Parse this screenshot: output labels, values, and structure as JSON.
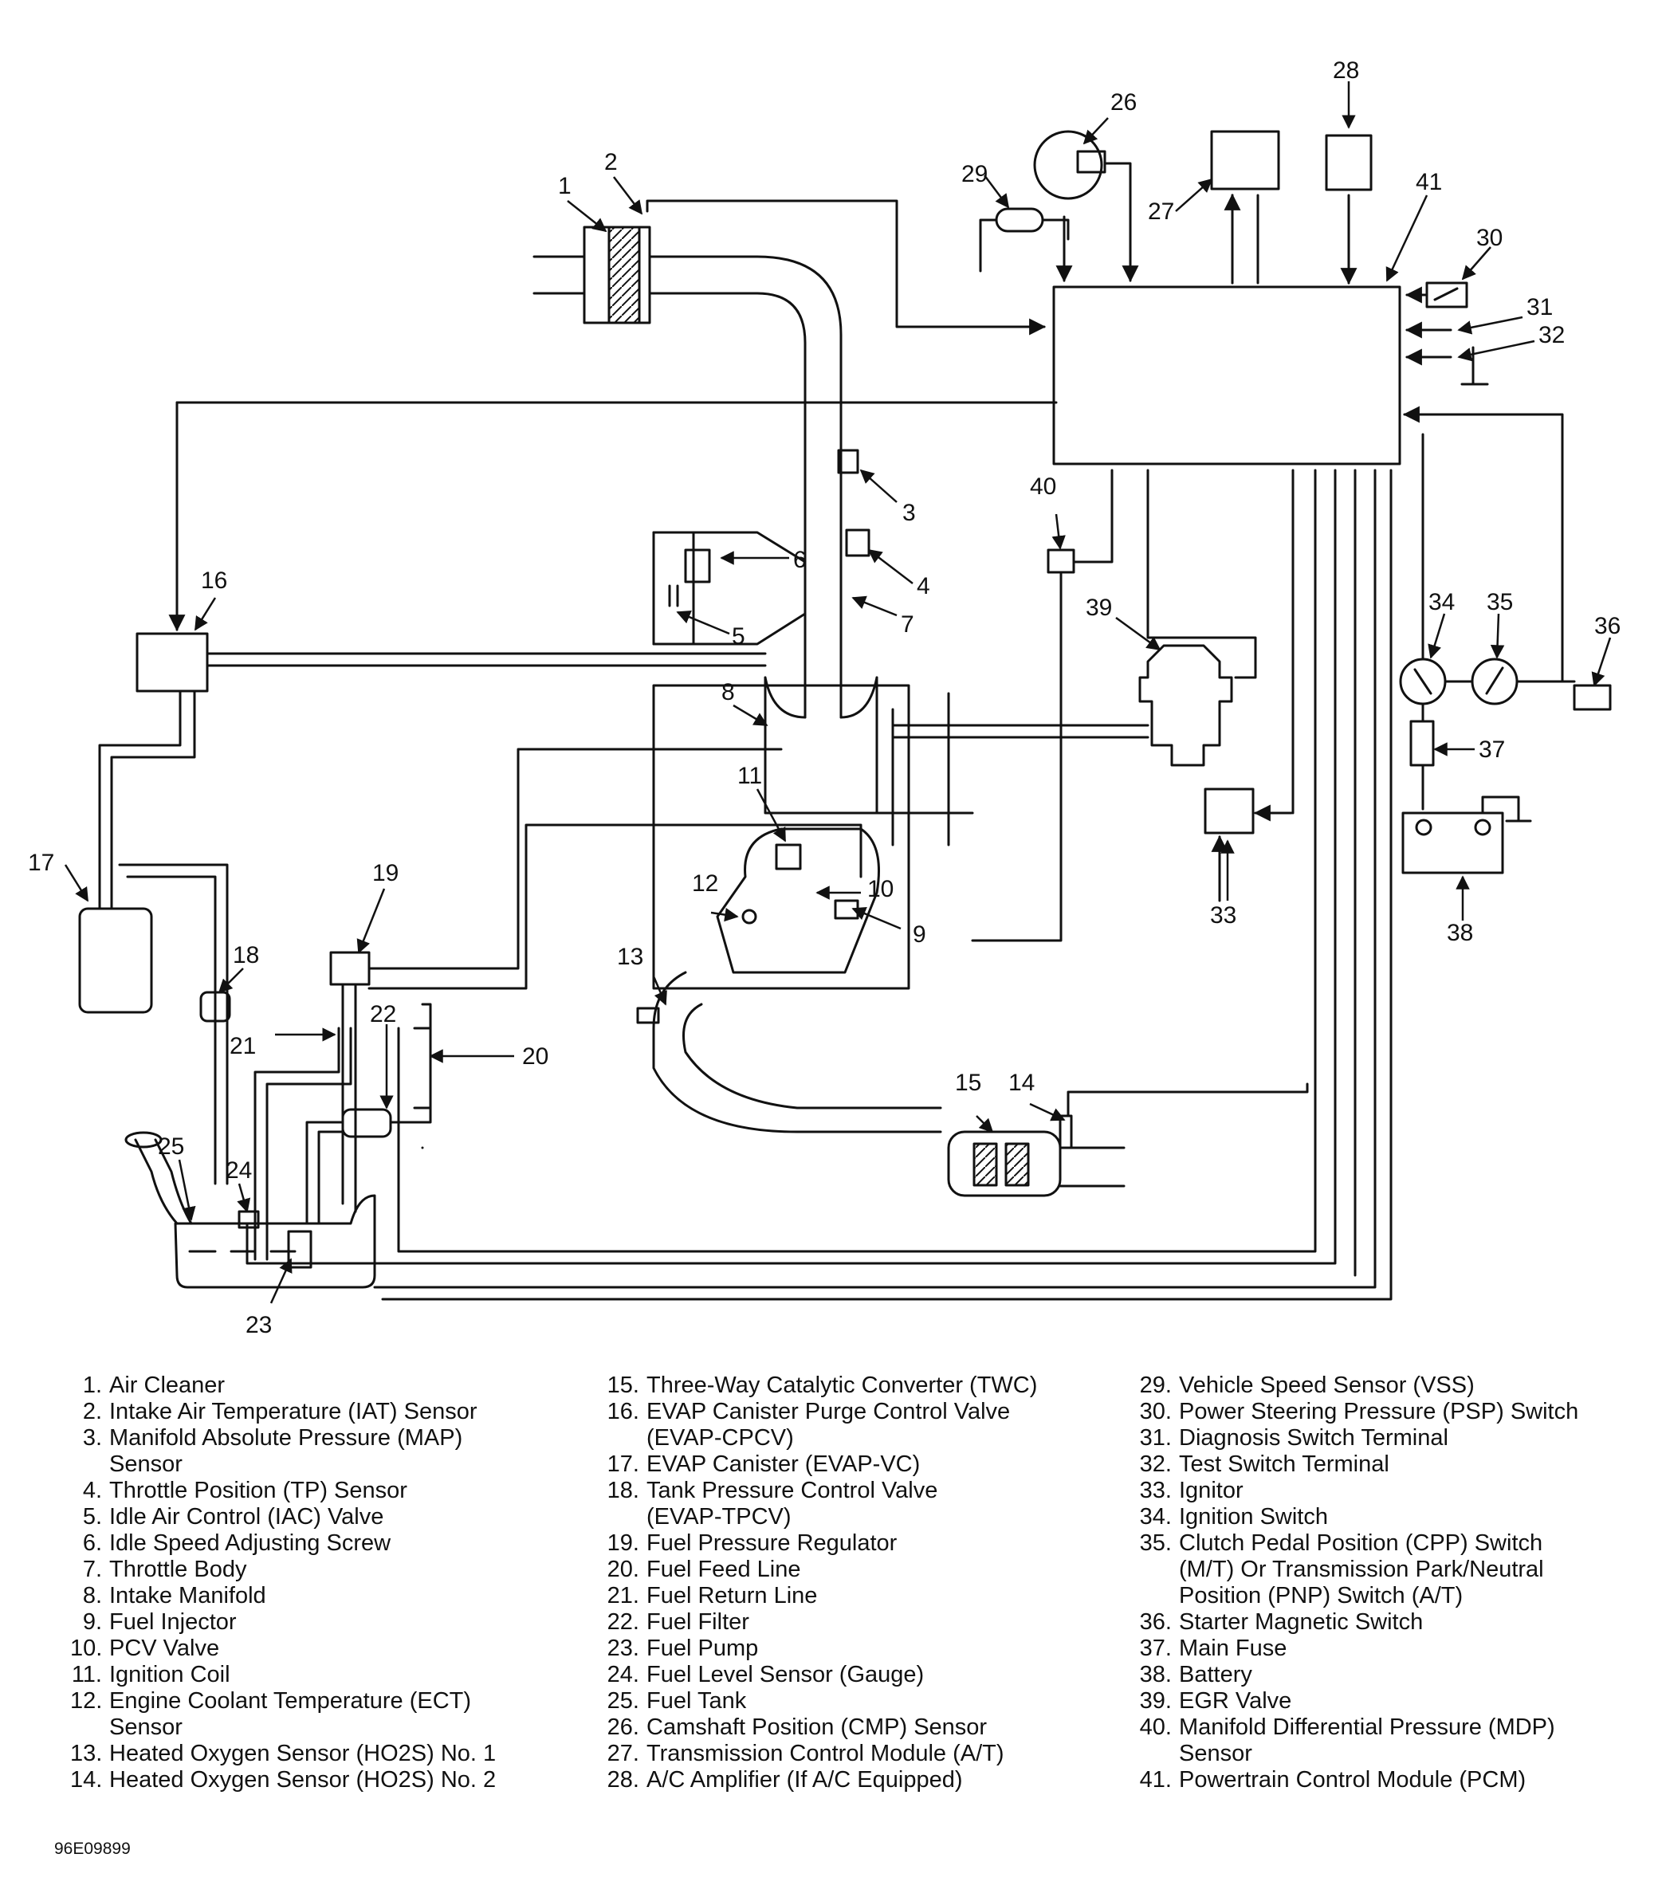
{
  "colors": {
    "line": "#111111",
    "background": "#ffffff"
  },
  "callouts": [
    "1",
    "2",
    "3",
    "4",
    "5",
    "6",
    "7",
    "8",
    "9",
    "10",
    "11",
    "12",
    "13",
    "14",
    "15",
    "16",
    "17",
    "18",
    "19",
    "20",
    "21",
    "22",
    "23",
    "24",
    "25",
    "26",
    "27",
    "28",
    "29",
    "30",
    "31",
    "32",
    "33",
    "34",
    "35",
    "36",
    "37",
    "38",
    "39",
    "40",
    "41"
  ],
  "legend": {
    "col1": [
      {
        "num": "1.",
        "text": "Air Cleaner"
      },
      {
        "num": "2.",
        "text": "Intake Air Temperature (IAT) Sensor"
      },
      {
        "num": "3.",
        "text": "Manifold Absolute Pressure (MAP)"
      },
      {
        "num": "",
        "text": "Sensor"
      },
      {
        "num": "4.",
        "text": "Throttle Position (TP) Sensor"
      },
      {
        "num": "5.",
        "text": "Idle Air Control (IAC) Valve"
      },
      {
        "num": "6.",
        "text": "Idle Speed Adjusting Screw"
      },
      {
        "num": "7.",
        "text": "Throttle Body"
      },
      {
        "num": "8.",
        "text": "Intake Manifold"
      },
      {
        "num": "9.",
        "text": "Fuel Injector"
      },
      {
        "num": "10.",
        "text": "PCV Valve"
      },
      {
        "num": "11.",
        "text": "Ignition Coil"
      },
      {
        "num": "12.",
        "text": "Engine Coolant Temperature (ECT)"
      },
      {
        "num": "",
        "text": "Sensor"
      },
      {
        "num": "13.",
        "text": "Heated Oxygen Sensor (HO2S) No. 1"
      },
      {
        "num": "14.",
        "text": "Heated Oxygen Sensor (HO2S) No. 2"
      }
    ],
    "col2": [
      {
        "num": "15.",
        "text": "Three-Way Catalytic Converter (TWC)"
      },
      {
        "num": "16.",
        "text": "EVAP Canister Purge Control Valve"
      },
      {
        "num": "",
        "text": "(EVAP-CPCV)"
      },
      {
        "num": "17.",
        "text": "EVAP Canister (EVAP-VC)"
      },
      {
        "num": "18.",
        "text": "Tank Pressure Control Valve"
      },
      {
        "num": "",
        "text": "(EVAP-TPCV)"
      },
      {
        "num": "19.",
        "text": "Fuel Pressure Regulator"
      },
      {
        "num": "20.",
        "text": "Fuel Feed Line"
      },
      {
        "num": "21.",
        "text": "Fuel Return Line"
      },
      {
        "num": "22.",
        "text": "Fuel Filter"
      },
      {
        "num": "23.",
        "text": "Fuel Pump"
      },
      {
        "num": "24.",
        "text": "Fuel Level Sensor (Gauge)"
      },
      {
        "num": "25.",
        "text": "Fuel Tank"
      },
      {
        "num": "26.",
        "text": "Camshaft Position (CMP) Sensor"
      },
      {
        "num": "27.",
        "text": "Transmission Control Module (A/T)"
      },
      {
        "num": "28.",
        "text": "A/C Amplifier (If A/C Equipped)"
      }
    ],
    "col3": [
      {
        "num": "29.",
        "text": "Vehicle Speed Sensor (VSS)"
      },
      {
        "num": "30.",
        "text": "Power Steering Pressure (PSP) Switch"
      },
      {
        "num": "31.",
        "text": "Diagnosis Switch Terminal"
      },
      {
        "num": "32.",
        "text": "Test Switch Terminal"
      },
      {
        "num": "33.",
        "text": "Ignitor"
      },
      {
        "num": "34.",
        "text": "Ignition Switch"
      },
      {
        "num": "35.",
        "text": "Clutch Pedal Position (CPP) Switch"
      },
      {
        "num": "",
        "text": "(M/T) Or Transmission Park/Neutral"
      },
      {
        "num": "",
        "text": "Position (PNP) Switch (A/T)"
      },
      {
        "num": "36.",
        "text": "Starter Magnetic Switch"
      },
      {
        "num": "37.",
        "text": "Main Fuse"
      },
      {
        "num": "38.",
        "text": "Battery"
      },
      {
        "num": "39.",
        "text": "EGR Valve"
      },
      {
        "num": "40.",
        "text": "Manifold Differential Pressure (MDP)"
      },
      {
        "num": "",
        "text": "Sensor"
      },
      {
        "num": "41.",
        "text": "Powertrain Control Module (PCM)"
      }
    ]
  },
  "reference_code": "96E09899"
}
